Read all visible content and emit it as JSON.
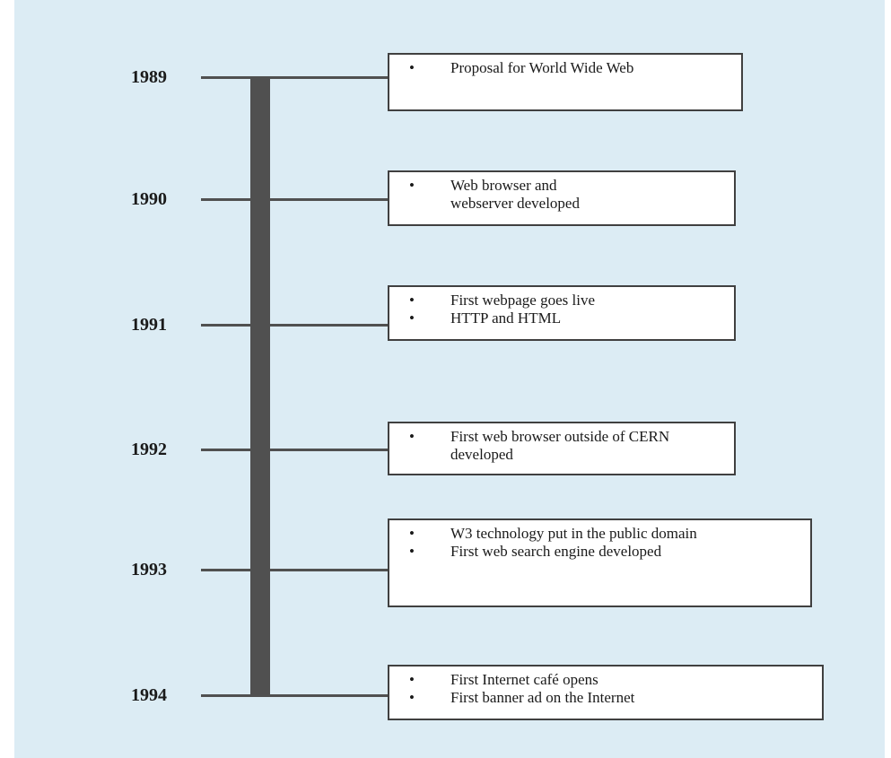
{
  "timeline": {
    "entries": [
      {
        "year": "1989",
        "events": [
          "Proposal for World Wide Web"
        ]
      },
      {
        "year": "1990",
        "events": [
          "Web browser and webserver developed"
        ]
      },
      {
        "year": "1991",
        "events": [
          "First webpage goes live",
          "HTTP and HTML"
        ]
      },
      {
        "year": "1992",
        "events": [
          "First web browser outside of CERN developed"
        ]
      },
      {
        "year": "1993",
        "events": [
          "W3 technology put in the public domain",
          "First web search engine developed"
        ]
      },
      {
        "year": "1994",
        "events": [
          "First Internet café opens",
          "First banner ad on the Internet"
        ]
      }
    ]
  },
  "colors": {
    "background": "#dcecf4",
    "spine": "#505050",
    "box_border": "#404040",
    "box_fill": "#ffffff",
    "text": "#1a1a1a"
  }
}
